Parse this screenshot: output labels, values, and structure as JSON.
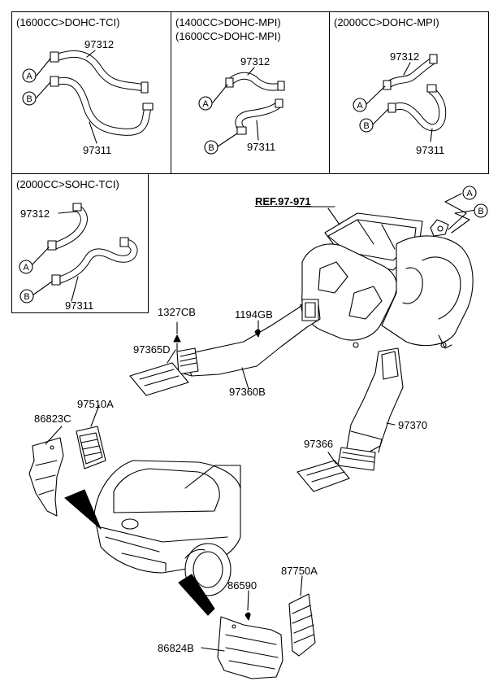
{
  "sections": {
    "box1": {
      "header": "(1600CC>DOHC-TCI)",
      "upper": "97312",
      "lower": "97311"
    },
    "box2": {
      "header1": "(1400CC>DOHC-MPI)",
      "header2": "(1600CC>DOHC-MPI)",
      "upper": "97312",
      "lower": "97311"
    },
    "box3": {
      "header": "(2000CC>DOHC-MPI)",
      "upper": "97312",
      "lower": "97311"
    },
    "box4": {
      "header": "(2000CC>SOHC-TCI)",
      "upper": "97312",
      "lower": "97311"
    }
  },
  "connector_letters": {
    "a": "A",
    "b": "B"
  },
  "reference": "REF.97-971",
  "parts": {
    "p1327CB": "1327CB",
    "p1194GB": "1194GB",
    "p97365D": "97365D",
    "p97360B": "97360B",
    "p97370": "97370",
    "p97366": "97366",
    "p97510A": "97510A",
    "p86823C": "86823C",
    "p86590": "86590",
    "p87750A": "87750A",
    "p86824B": "86824B"
  }
}
